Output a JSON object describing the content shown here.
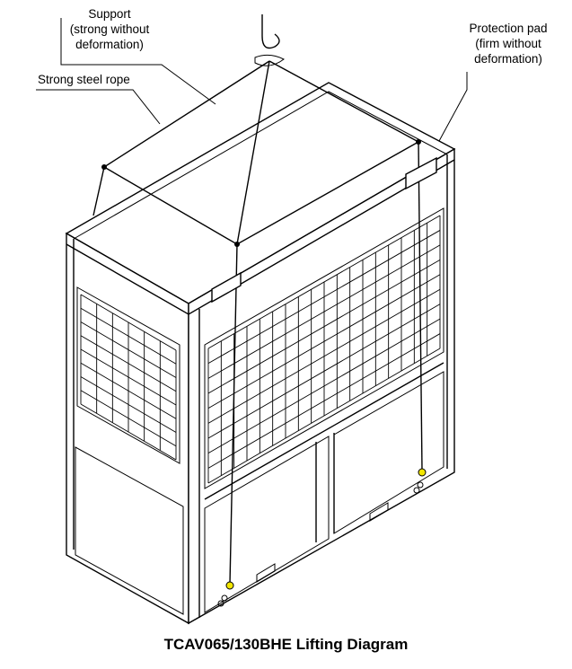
{
  "labels": {
    "support": [
      "Support",
      "(strong without",
      "deformation)"
    ],
    "rope": "Strong steel rope",
    "pad": [
      "Protection pad",
      "(firm without",
      "deformation)"
    ]
  },
  "caption": "TCAV065/130BHE Lifting Diagram",
  "colors": {
    "line": "#000000",
    "shackle": "#f2e600"
  }
}
